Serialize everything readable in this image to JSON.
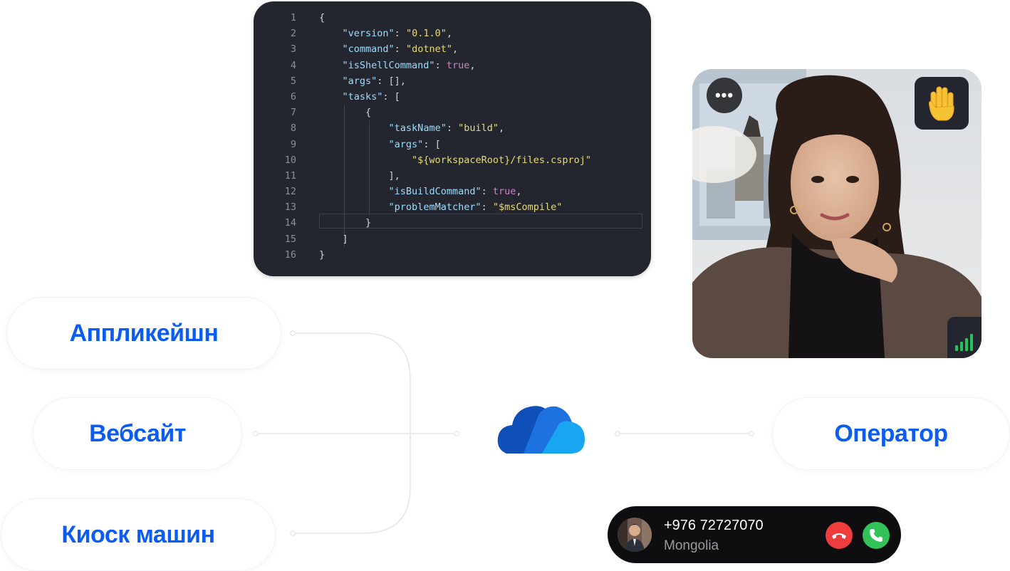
{
  "code": {
    "lines": [
      {
        "n": "1",
        "indent": "",
        "parts": [
          [
            "p",
            "{"
          ]
        ]
      },
      {
        "n": "2",
        "indent": "    ",
        "parts": [
          [
            "k",
            "\"version\""
          ],
          [
            "p",
            ": "
          ],
          [
            "s",
            "\"0.1.0\""
          ],
          [
            "p",
            ","
          ]
        ]
      },
      {
        "n": "3",
        "indent": "    ",
        "parts": [
          [
            "k",
            "\"command\""
          ],
          [
            "p",
            ": "
          ],
          [
            "s",
            "\"dotnet\""
          ],
          [
            "p",
            ","
          ]
        ]
      },
      {
        "n": "4",
        "indent": "    ",
        "parts": [
          [
            "k",
            "\"isShellCommand\""
          ],
          [
            "p",
            ": "
          ],
          [
            "b",
            "true"
          ],
          [
            "p",
            ","
          ]
        ]
      },
      {
        "n": "5",
        "indent": "    ",
        "parts": [
          [
            "k",
            "\"args\""
          ],
          [
            "p",
            ": [],"
          ]
        ]
      },
      {
        "n": "6",
        "indent": "    ",
        "parts": [
          [
            "k",
            "\"tasks\""
          ],
          [
            "p",
            ": ["
          ]
        ]
      },
      {
        "n": "7",
        "indent": "        ",
        "parts": [
          [
            "p",
            "{"
          ]
        ]
      },
      {
        "n": "8",
        "indent": "            ",
        "parts": [
          [
            "k",
            "\"taskName\""
          ],
          [
            "p",
            ": "
          ],
          [
            "s",
            "\"build\""
          ],
          [
            "p",
            ","
          ]
        ]
      },
      {
        "n": "9",
        "indent": "            ",
        "parts": [
          [
            "k",
            "\"args\""
          ],
          [
            "p",
            ": ["
          ]
        ]
      },
      {
        "n": "10",
        "indent": "                ",
        "parts": [
          [
            "s",
            "\"${workspaceRoot}/files.csproj\""
          ]
        ]
      },
      {
        "n": "11",
        "indent": "            ",
        "parts": [
          [
            "p",
            "],"
          ]
        ]
      },
      {
        "n": "12",
        "indent": "            ",
        "parts": [
          [
            "k",
            "\"isBuildCommand\""
          ],
          [
            "p",
            ": "
          ],
          [
            "b",
            "true"
          ],
          [
            "p",
            ","
          ]
        ]
      },
      {
        "n": "13",
        "indent": "            ",
        "parts": [
          [
            "k",
            "\"problemMatcher\""
          ],
          [
            "p",
            ": "
          ],
          [
            "s",
            "\"$msCompile\""
          ]
        ]
      },
      {
        "n": "14",
        "indent": "        ",
        "parts": [
          [
            "p",
            "}"
          ]
        ]
      },
      {
        "n": "15",
        "indent": "    ",
        "parts": [
          [
            "p",
            "]"
          ]
        ]
      },
      {
        "n": "16",
        "indent": "",
        "parts": [
          [
            "p",
            "}"
          ]
        ]
      }
    ],
    "active_line": 14
  },
  "video": {
    "more_icon": "ellipsis-icon",
    "more_label": "•••",
    "hand_icon": "raised-hand-icon",
    "signal_icon": "signal-bars-icon"
  },
  "channels": {
    "application": "Аппликейшн",
    "website": "Вебсайт",
    "kiosk": "Киоск машин"
  },
  "operator": "Оператор",
  "cloud_icon": "cloud-icon",
  "call": {
    "number": "+976 72727070",
    "country": "Mongolia",
    "decline_icon": "phone-decline-icon",
    "accept_icon": "phone-accept-icon"
  },
  "colors": {
    "accent": "#0b5cf0",
    "code_bg": "#24262f",
    "decline": "#ef3d3d",
    "accept": "#33c15a"
  }
}
